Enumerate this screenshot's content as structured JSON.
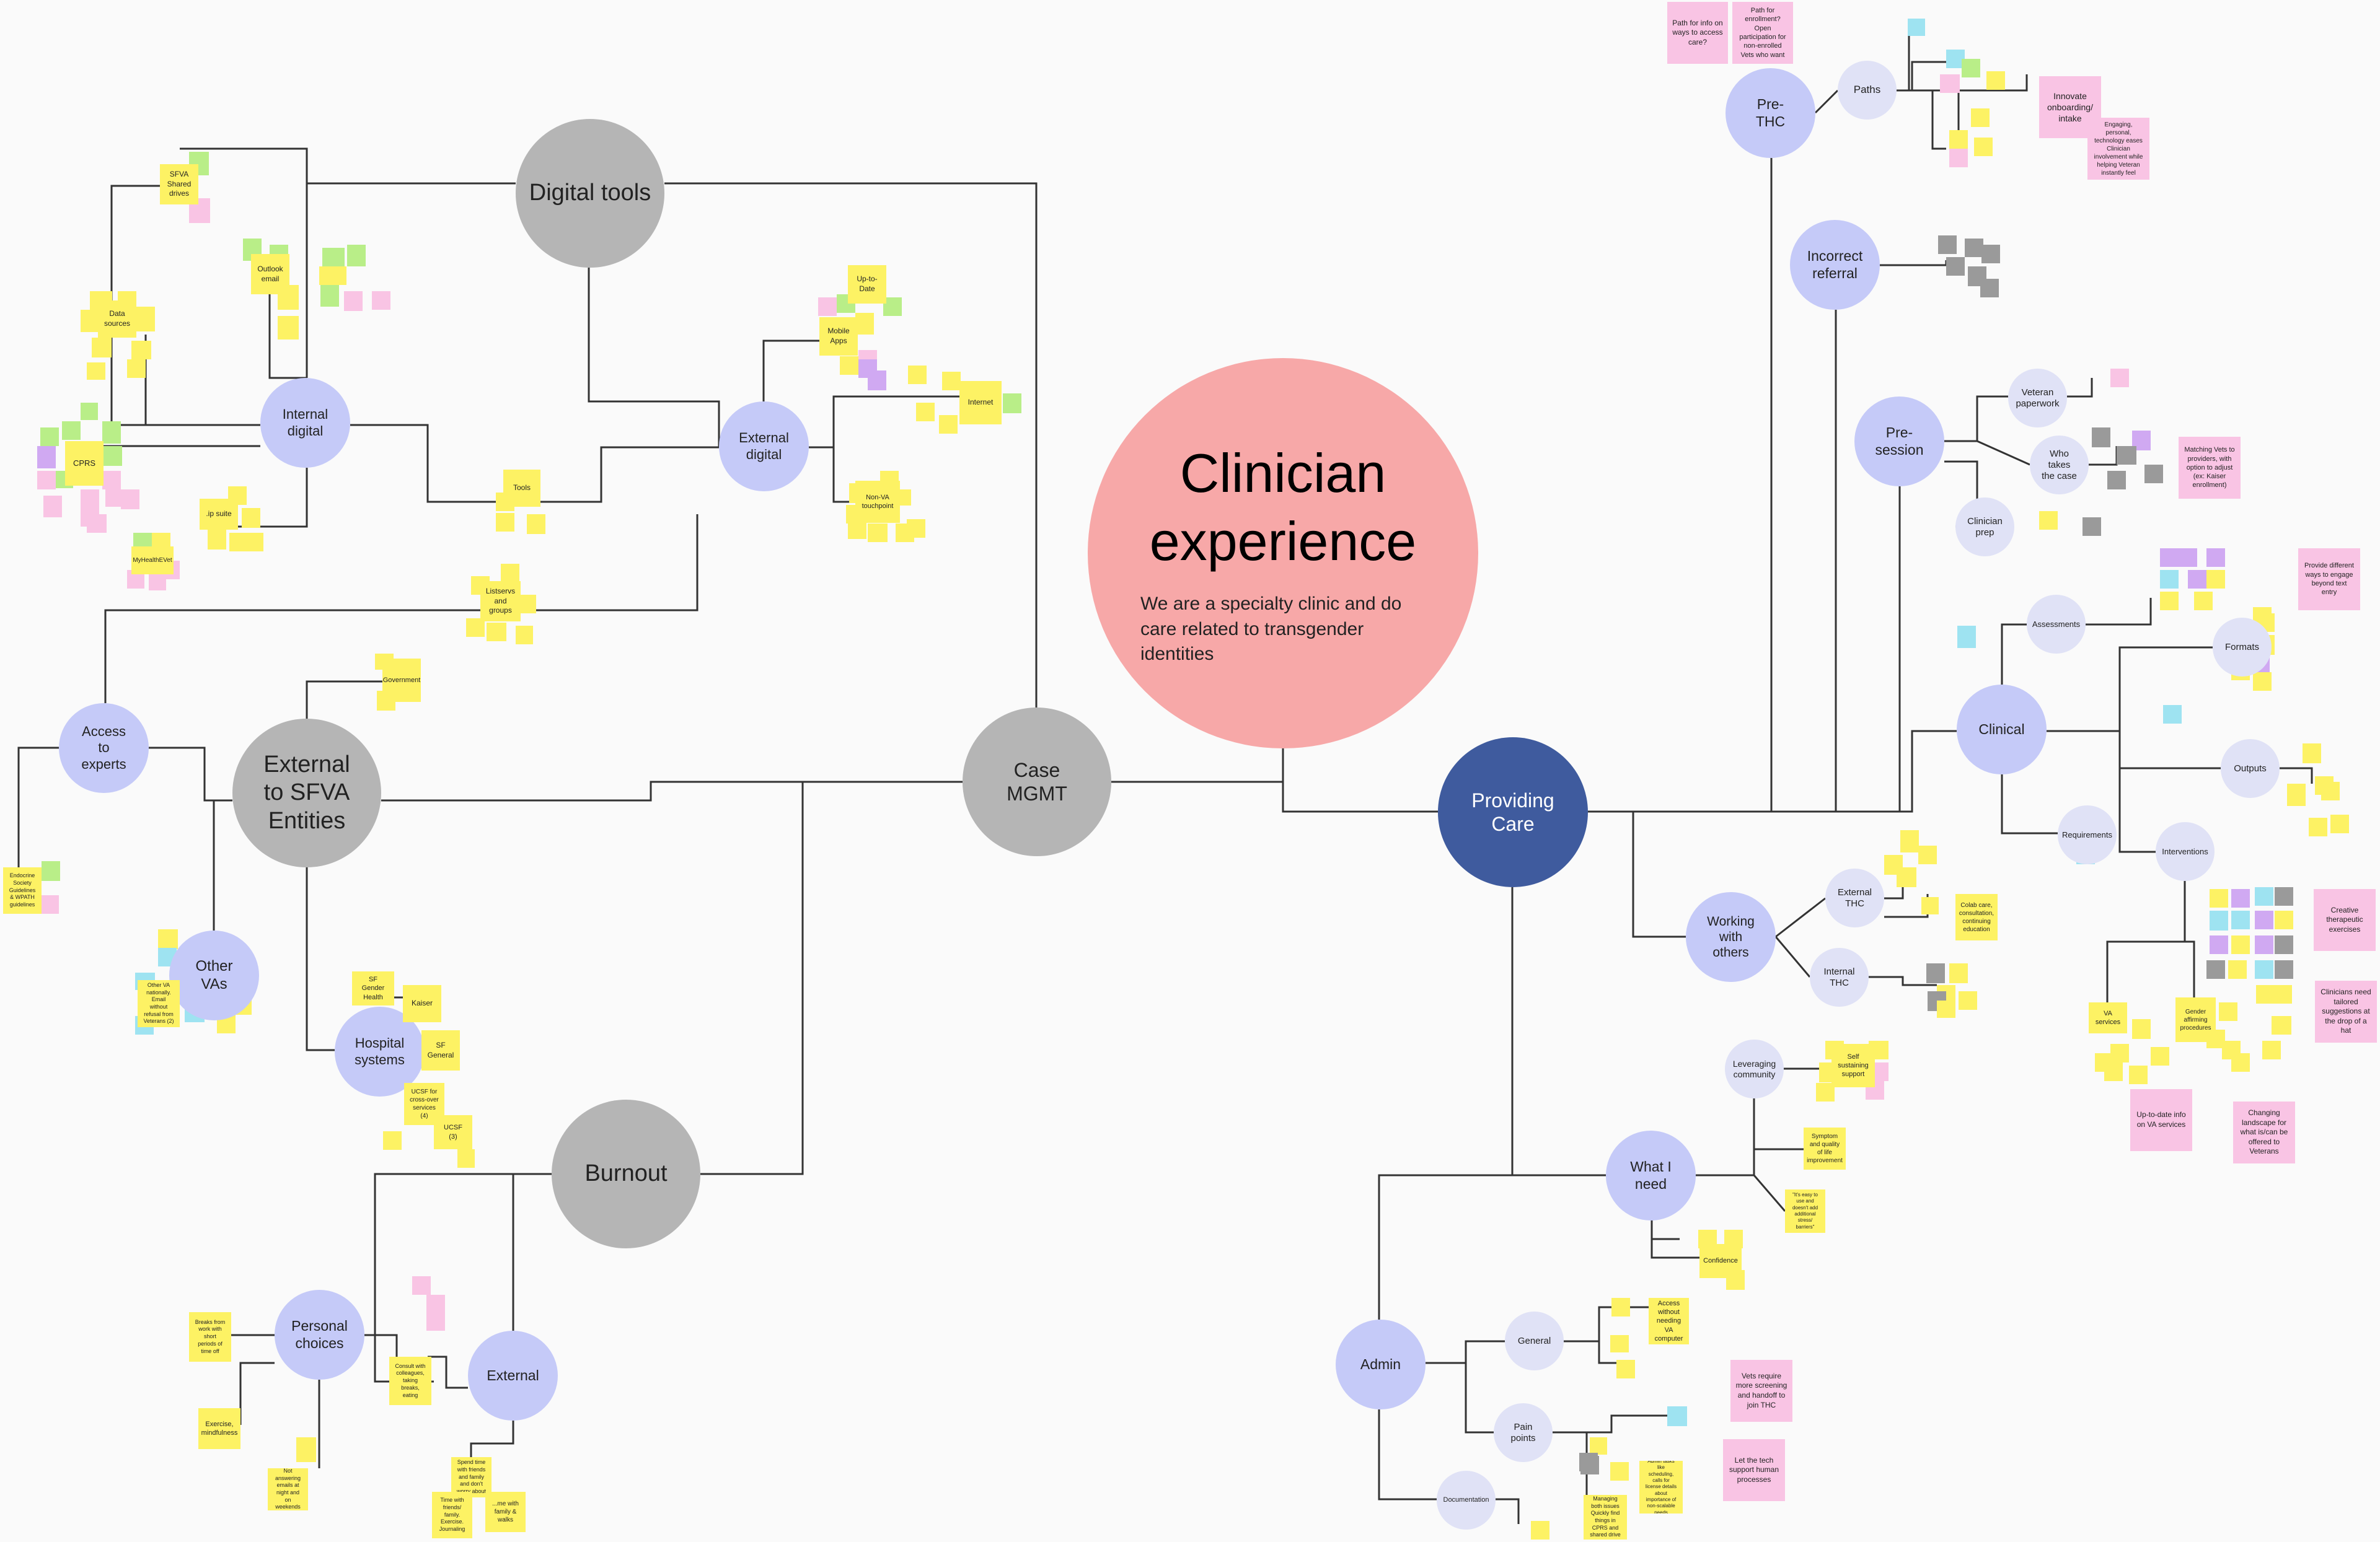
{
  "colors": {
    "root": "#f7a8a8",
    "providing": "#3f5b9e",
    "gray": "#b5b5b5",
    "blue": "#c5caf8",
    "lightblue": "#e0e2f6",
    "yellow": "#fdf264",
    "pink": "#f9c4e4",
    "green": "#b9ee88",
    "cyan": "#9ee3f1",
    "purple": "#d0a9f2",
    "darkgray": "#9a9a9a",
    "line": "#333333"
  },
  "root": {
    "title": "Clinician experience",
    "subtitle": "We are a specialty clinic and do care related to transgender identities"
  },
  "nodes": [
    {
      "id": "digital-tools",
      "label": "Digital tools",
      "kind": "gray"
    },
    {
      "id": "case-mgmt",
      "label": "Case MGMT",
      "kind": "gray"
    },
    {
      "id": "burnout",
      "label": "Burnout",
      "kind": "gray"
    },
    {
      "id": "providing-care",
      "label": "Providing Care",
      "kind": "providing"
    },
    {
      "id": "external-sfva",
      "label": "External to SFVA Entities",
      "kind": "gray"
    },
    {
      "id": "internal-digital",
      "label": "Internal digital",
      "kind": "blue"
    },
    {
      "id": "external-digital",
      "label": "External digital",
      "kind": "blue"
    },
    {
      "id": "access-experts",
      "label": "Access to experts",
      "kind": "blue"
    },
    {
      "id": "other-vas",
      "label": "Other VAs",
      "kind": "blue"
    },
    {
      "id": "hospital-systems",
      "label": "Hospital systems",
      "kind": "blue"
    },
    {
      "id": "personal-choices",
      "label": "Personal choices",
      "kind": "blue"
    },
    {
      "id": "external-burnout",
      "label": "External",
      "kind": "blue"
    },
    {
      "id": "pre-thc",
      "label": "Pre-THC",
      "kind": "blue"
    },
    {
      "id": "paths",
      "label": "Paths",
      "kind": "lightblue"
    },
    {
      "id": "incorrect-referral",
      "label": "Incorrect referral",
      "kind": "blue"
    },
    {
      "id": "pre-session",
      "label": "Pre-session",
      "kind": "blue"
    },
    {
      "id": "veteran-paperwork",
      "label": "Veteran paperwork",
      "kind": "lightblue"
    },
    {
      "id": "who-takes-case",
      "label": "Who takes the case",
      "kind": "lightblue"
    },
    {
      "id": "clinician-prep",
      "label": "Clinician prep",
      "kind": "lightblue"
    },
    {
      "id": "clinical",
      "label": "Clinical",
      "kind": "blue"
    },
    {
      "id": "assessments",
      "label": "Assessments",
      "kind": "lightblue"
    },
    {
      "id": "formats",
      "label": "Formats",
      "kind": "lightblue"
    },
    {
      "id": "outputs",
      "label": "Outputs",
      "kind": "lightblue"
    },
    {
      "id": "requirements",
      "label": "Requirements",
      "kind": "lightblue"
    },
    {
      "id": "interventions",
      "label": "Interventions",
      "kind": "lightblue"
    },
    {
      "id": "working-with-others",
      "label": "Working with others",
      "kind": "blue"
    },
    {
      "id": "external-thc",
      "label": "External THC",
      "kind": "lightblue"
    },
    {
      "id": "internal-thc",
      "label": "Internal THC",
      "kind": "lightblue"
    },
    {
      "id": "what-i-need",
      "label": "What I need",
      "kind": "blue"
    },
    {
      "id": "leveraging-community",
      "label": "Leveraging community",
      "kind": "lightblue"
    },
    {
      "id": "admin",
      "label": "Admin",
      "kind": "blue"
    },
    {
      "id": "general",
      "label": "General",
      "kind": "lightblue"
    },
    {
      "id": "pain-points",
      "label": "Pain points",
      "kind": "lightblue"
    },
    {
      "id": "documentation",
      "label": "Documentation",
      "kind": "lightblue"
    }
  ],
  "notes": [
    {
      "id": "n1",
      "text": "SFVA Shared drives",
      "kind": "yellow"
    },
    {
      "id": "n2",
      "text": "Outlook email",
      "kind": "yellow"
    },
    {
      "id": "n3",
      "text": "Data sources",
      "kind": "yellow"
    },
    {
      "id": "n4",
      "text": "CPRS",
      "kind": "yellow"
    },
    {
      "id": "n5",
      "text": ".ip suite",
      "kind": "yellow"
    },
    {
      "id": "n6",
      "text": "MyHealthEVet",
      "kind": "yellow"
    },
    {
      "id": "n7",
      "text": "Up-to-Date",
      "kind": "yellow"
    },
    {
      "id": "n8",
      "text": "Mobile Apps",
      "kind": "yellow"
    },
    {
      "id": "n9",
      "text": "Internet",
      "kind": "yellow"
    },
    {
      "id": "n10",
      "text": "Non-VA touchpoint",
      "kind": "yellow"
    },
    {
      "id": "n11",
      "text": "Tools",
      "kind": "yellow"
    },
    {
      "id": "n12",
      "text": "Listservs and groups",
      "kind": "yellow"
    },
    {
      "id": "n13",
      "text": "Government",
      "kind": "yellow"
    },
    {
      "id": "n14",
      "text": "Endocrine Society Guidelines & WPATH guidelines",
      "kind": "yellow"
    },
    {
      "id": "n15",
      "text": "Other VA nationally. Email without refusal from Veterans (2)",
      "kind": "yellow"
    },
    {
      "id": "n16",
      "text": "SF Gender Health",
      "kind": "yellow"
    },
    {
      "id": "n17",
      "text": "Kaiser",
      "kind": "yellow"
    },
    {
      "id": "n18",
      "text": "SF General",
      "kind": "yellow"
    },
    {
      "id": "n19",
      "text": "UCSF for cross-over services (4)",
      "kind": "yellow"
    },
    {
      "id": "n20",
      "text": "UCSF (3)",
      "kind": "yellow"
    },
    {
      "id": "n21",
      "text": "Breaks from work with short periods of time off",
      "kind": "yellow"
    },
    {
      "id": "n22",
      "text": "Exercise, mindfulness",
      "kind": "yellow"
    },
    {
      "id": "n23",
      "text": "Not answering emails at night and on weekends",
      "kind": "yellow"
    },
    {
      "id": "n24",
      "text": "Consult with colleagues, taking breaks, eating",
      "kind": "yellow"
    },
    {
      "id": "n25",
      "text": "Spend time with friends and family and don't worry about",
      "kind": "yellow"
    },
    {
      "id": "n26",
      "text": "Time with friends/ family. Exercise. Journaling",
      "kind": "yellow"
    },
    {
      "id": "n27",
      "text": "...me with family & walks",
      "kind": "yellow"
    },
    {
      "id": "n28",
      "text": "Path for info on ways to access care?",
      "kind": "pink"
    },
    {
      "id": "n29",
      "text": "Path for enrollment? Open participation for non-enrolled Vets who want",
      "kind": "pink"
    },
    {
      "id": "n30",
      "text": "Innovate onboarding/ intake",
      "kind": "pink"
    },
    {
      "id": "n31",
      "text": "Engaging, personal, technology eases Clinician involvement while helping Veteran instantly feel",
      "kind": "pink"
    },
    {
      "id": "n32",
      "text": "Matching Vets to providers, with option to adjust (ex: Kaiser enrollment)",
      "kind": "pink"
    },
    {
      "id": "n33",
      "text": "Provide different ways to engage beyond text entry",
      "kind": "pink"
    },
    {
      "id": "n34",
      "text": "Colab care, consultation, continuing education",
      "kind": "yellow"
    },
    {
      "id": "n35",
      "text": "Creative therapeutic exercises",
      "kind": "pink"
    },
    {
      "id": "n36",
      "text": "Clinicians need tailored suggestions at the drop of a hat",
      "kind": "pink"
    },
    {
      "id": "n37",
      "text": "Up-to-date info on VA services",
      "kind": "pink"
    },
    {
      "id": "n38",
      "text": "Changing landscape for what is/can be offered to Veterans",
      "kind": "pink"
    },
    {
      "id": "n39",
      "text": "VA services",
      "kind": "yellow"
    },
    {
      "id": "n40",
      "text": "Gender affirming procedures",
      "kind": "yellow"
    },
    {
      "id": "n41",
      "text": "Self sustaining support",
      "kind": "yellow"
    },
    {
      "id": "n42",
      "text": "Symptom and quality of life improvement",
      "kind": "yellow"
    },
    {
      "id": "n43",
      "text": "\"It's easy to use and doesn't add additional stress/ barriers\"",
      "kind": "yellow"
    },
    {
      "id": "n44",
      "text": "Confidence",
      "kind": "yellow"
    },
    {
      "id": "n45",
      "text": "Access without needing VA computer",
      "kind": "yellow"
    },
    {
      "id": "n46",
      "text": "Vets require more screening and handoff to join THC",
      "kind": "pink"
    },
    {
      "id": "n47",
      "text": "Let the tech support human processes",
      "kind": "pink"
    },
    {
      "id": "n48",
      "text": "Managing both issues Quickly find things in CPRS and shared drive",
      "kind": "yellow"
    },
    {
      "id": "n49",
      "text": "Admin tasks like scheduling, calls for license details about importance of non-scalable needs",
      "kind": "yellow"
    }
  ]
}
